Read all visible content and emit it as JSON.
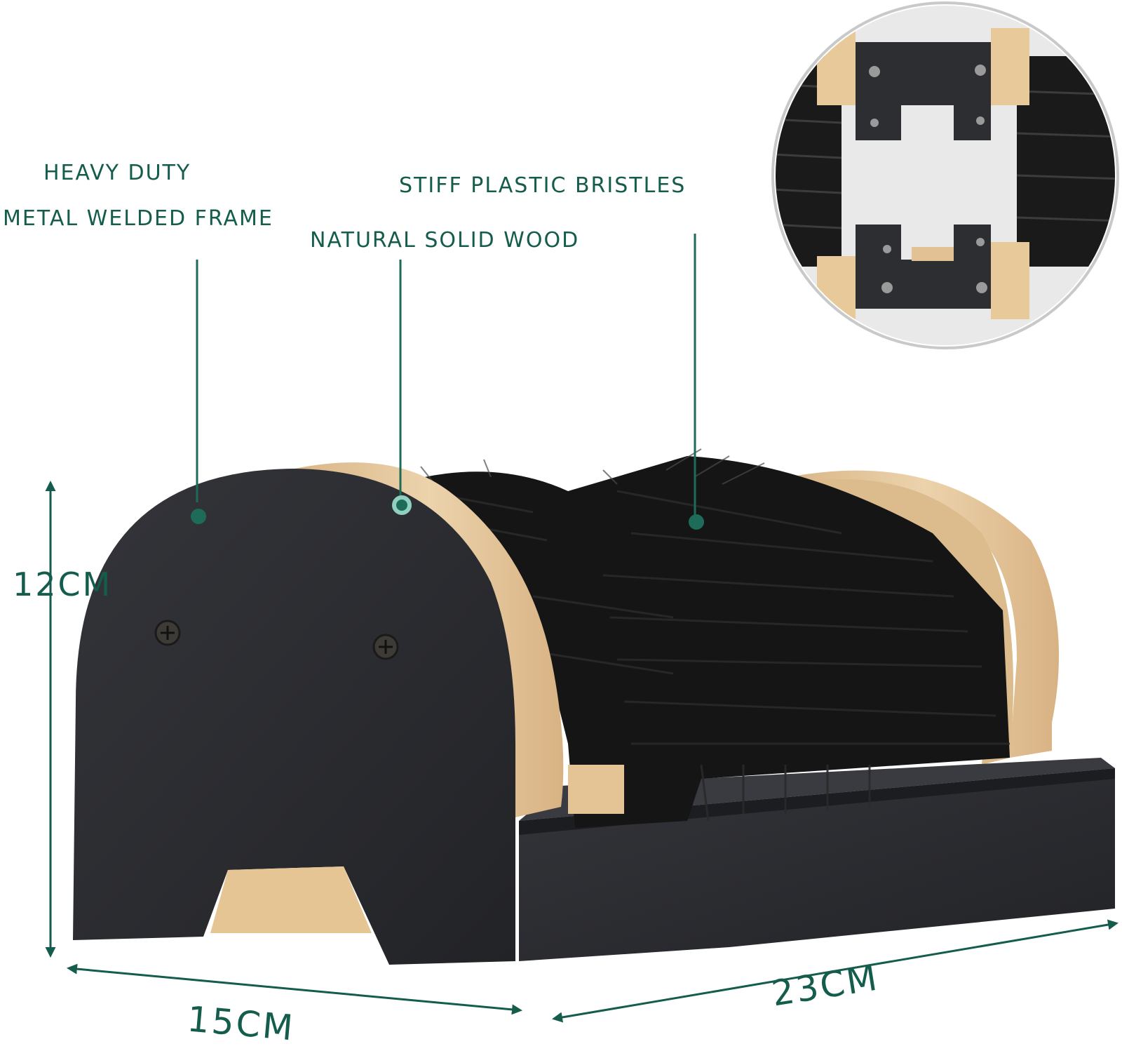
{
  "labels": {
    "heavy_duty": "HEAVY DUTY",
    "metal_frame": "METAL WELDED FRAME",
    "natural_wood": "NATURAL SOLID WOOD",
    "bristles": "STIFF PLASTIC BRISTLES"
  },
  "dimensions": {
    "height": "12CM",
    "depth": "15CM",
    "width": "23CM"
  },
  "colors": {
    "label_text": "#145c4c",
    "metal_frame": "#2b2c2f",
    "wood": "#e6c79a",
    "bristles": "#141414"
  }
}
